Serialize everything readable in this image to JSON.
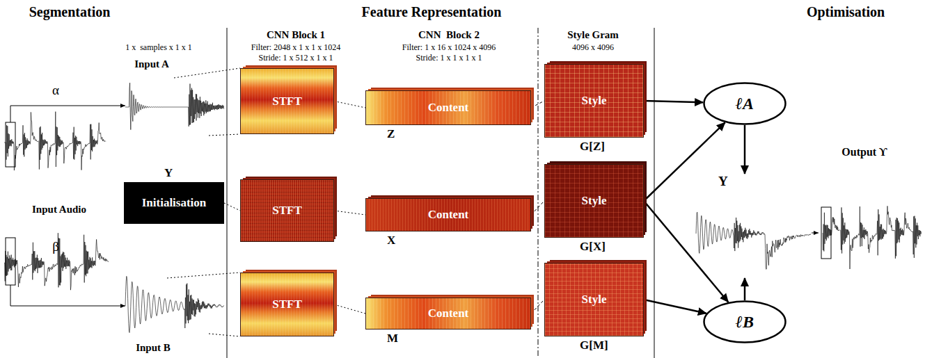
{
  "diagram": {
    "nodes": [
      {
        "text": [
          "Y",
          "Initialisation"
        ]
      },
      {
        "text": [
          "STFT"
        ]
      },
      {
        "text": [
          "STFT"
        ]
      },
      {
        "text": [
          "STFT"
        ]
      },
      {
        "text": [
          "Content",
          "Z"
        ]
      },
      {
        "text": [
          "Content",
          "X"
        ]
      },
      {
        "text": [
          "Content",
          "M"
        ]
      },
      {
        "text": [
          "Style",
          "G[Z]"
        ]
      },
      {
        "text": [
          "Style",
          "G[X]"
        ]
      },
      {
        "text": [
          "Style",
          "G[M]"
        ]
      },
      {
        "text": [
          "ℓA"
        ]
      },
      {
        "text": [
          "Y"
        ]
      },
      {
        "text": [
          "ℓB"
        ]
      }
    ],
    "edges": [
      {
        "from": 0,
        "to": 2,
        "arrow": "none"
      },
      {
        "from": 1,
        "to": 4,
        "arrow": "none"
      },
      {
        "from": 2,
        "to": 5,
        "arrow": "none"
      },
      {
        "from": 3,
        "to": 6,
        "arrow": "none"
      },
      {
        "from": 4,
        "to": 7,
        "arrow": "none"
      },
      {
        "from": 5,
        "to": 8,
        "arrow": "none"
      },
      {
        "from": 6,
        "to": 9,
        "arrow": "none"
      },
      {
        "from": 7,
        "to": 10,
        "arrow": "to"
      },
      {
        "from": 8,
        "to": 10,
        "arrow": "to"
      },
      {
        "from": 8,
        "to": 12,
        "arrow": "to"
      },
      {
        "from": 9,
        "to": 12,
        "arrow": "to"
      },
      {
        "from": 10,
        "to": 11,
        "arrow": "to"
      },
      {
        "from": 12,
        "to": 11,
        "arrow": "to"
      }
    ],
    "labels": [
      "Segmentation",
      "Feature Representation",
      "Optimisation",
      "1 x  samples x 1 x 1",
      "CNN Block 1",
      "Filter: 2048 x 1 x 1 x 1024",
      "Stride: 1 x 512 x 1 x 1",
      "CNN  Block 2",
      "Filter: 1 x 16 x 1024 x 4096",
      "Stride: 1 x 1 x 1 x 1",
      "Style Gram",
      "4096 x 4096",
      "Input A",
      "α",
      "Input Audio",
      "β",
      "Input B",
      "Output ϒ"
    ]
  }
}
